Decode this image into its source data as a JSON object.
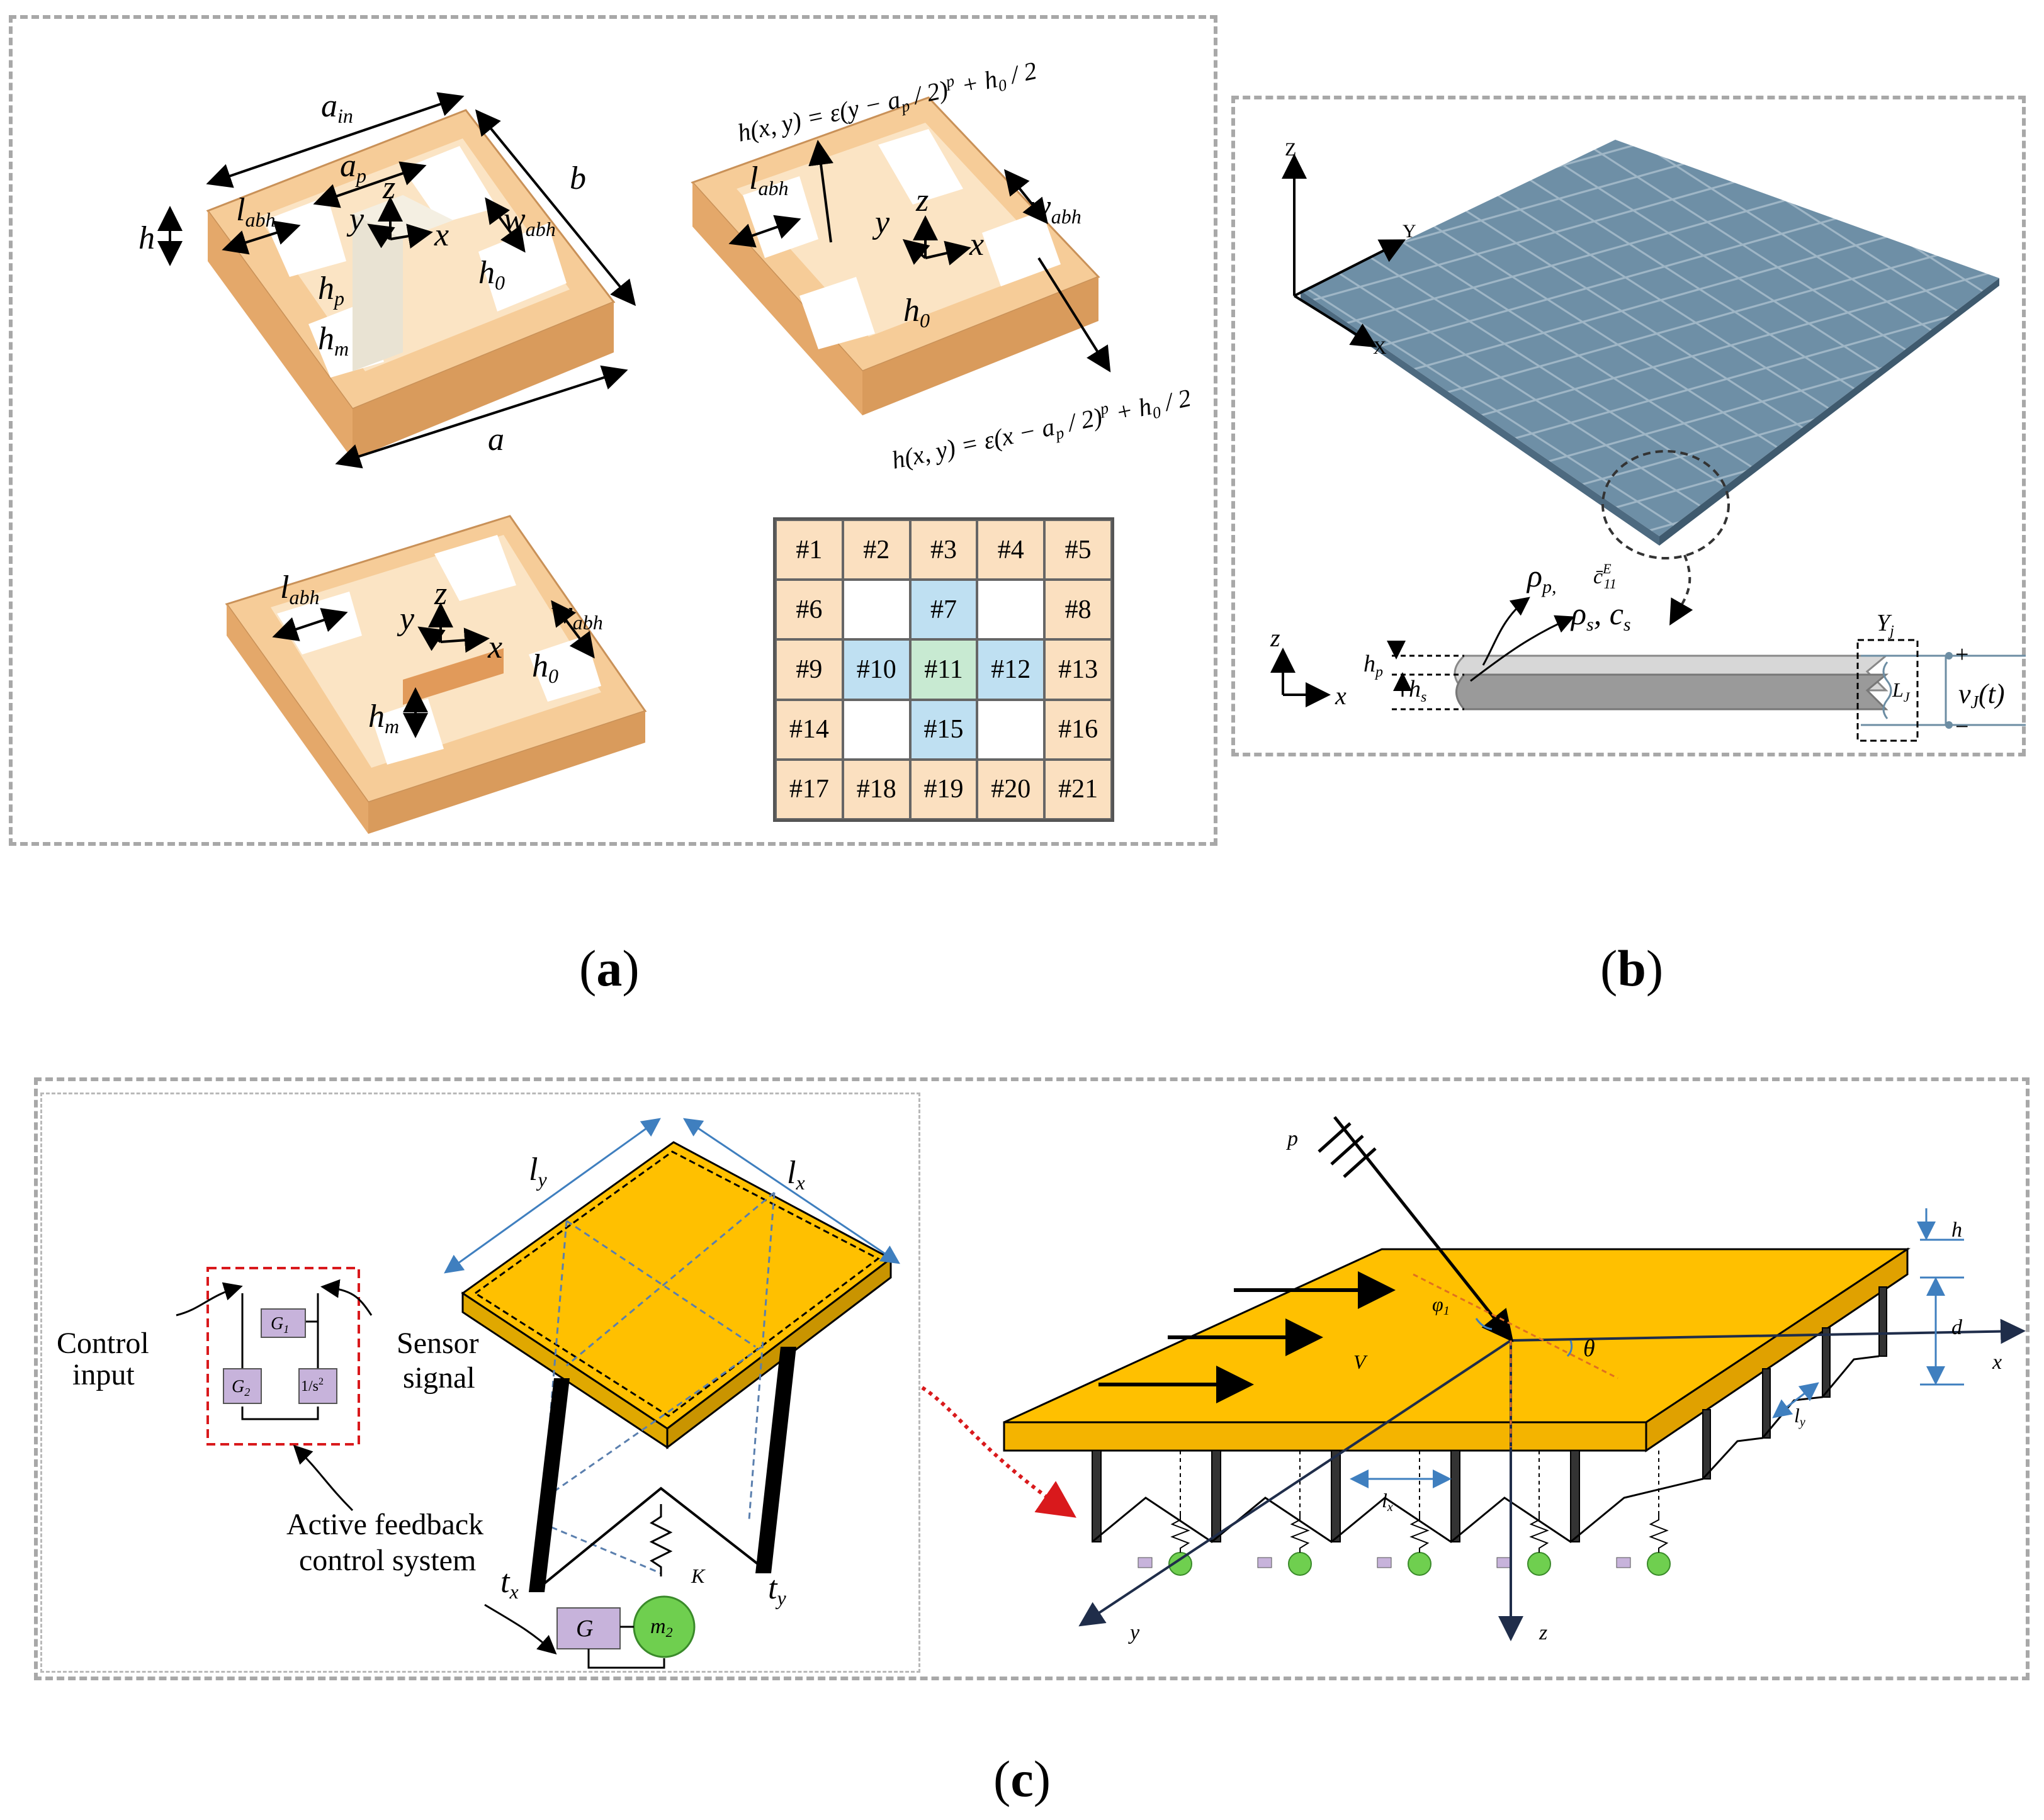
{
  "captions": {
    "a": "a",
    "b": "b",
    "c": "c"
  },
  "panel_a": {
    "labels": {
      "a_in": "a",
      "a_in_sub": "in",
      "a_p": "a",
      "a_p_sub": "p",
      "b": "b",
      "h": "h",
      "a": "a",
      "l_abh": "l",
      "l_abh_sub": "abh",
      "w_abh": "w",
      "w_abh_sub": "abh",
      "h_p": "h",
      "h_p_sub": "p",
      "h_m": "h",
      "h_m_sub": "m",
      "h_0": "h",
      "h_0_sub": "0",
      "x": "x",
      "y": "y",
      "z": "z"
    },
    "eq_top": "h(x, y) = ε(y − a",
    "eq_top_mid": "p",
    "eq_top_end": " / 2)",
    "eq_top_p": "p",
    "eq_top_tail": " + h",
    "eq_top_tail_sub": "0",
    "eq_top_tail2": " / 2",
    "eq_bottom": "h(x, y) = ε(x − a",
    "eq_bottom_mid": "p",
    "eq_bottom_end": " / 2)",
    "eq_bottom_p": "p",
    "eq_bottom_tail": " + h",
    "eq_bottom_tail_sub": "0",
    "eq_bottom_tail2": " / 2",
    "grid_cells": [
      {
        "label": "#1",
        "color": "#fbe0c0"
      },
      {
        "label": "#2",
        "color": "#fbe0c0"
      },
      {
        "label": "#3",
        "color": "#fbe0c0"
      },
      {
        "label": "#4",
        "color": "#fbe0c0"
      },
      {
        "label": "#5",
        "color": "#fbe0c0"
      },
      {
        "label": "#6",
        "color": "#fbe0c0"
      },
      {
        "label": "",
        "color": "#ffffff"
      },
      {
        "label": "#7",
        "color": "#bfe0f2"
      },
      {
        "label": "",
        "color": "#ffffff"
      },
      {
        "label": "#8",
        "color": "#fbe0c0"
      },
      {
        "label": "#9",
        "color": "#fbe0c0"
      },
      {
        "label": "#10",
        "color": "#bfe0f2"
      },
      {
        "label": "#11",
        "color": "#c8ead2"
      },
      {
        "label": "#12",
        "color": "#bfe0f2"
      },
      {
        "label": "#13",
        "color": "#fbe0c0"
      },
      {
        "label": "#14",
        "color": "#fbe0c0"
      },
      {
        "label": "",
        "color": "#ffffff"
      },
      {
        "label": "#15",
        "color": "#bfe0f2"
      },
      {
        "label": "",
        "color": "#ffffff"
      },
      {
        "label": "#16",
        "color": "#fbe0c0"
      },
      {
        "label": "#17",
        "color": "#fbe0c0"
      },
      {
        "label": "#18",
        "color": "#fbe0c0"
      },
      {
        "label": "#19",
        "color": "#fbe0c0"
      },
      {
        "label": "#20",
        "color": "#fbe0c0"
      },
      {
        "label": "#21",
        "color": "#fbe0c0"
      }
    ]
  },
  "panel_b": {
    "axes": {
      "z": "Z",
      "y": "Y",
      "x": "X"
    },
    "rho_p": "ρ",
    "rho_p_sub": "p,",
    "c11": "c̄",
    "c11_sub": "11",
    "c11_sup": "E",
    "rho_s": "ρ",
    "rho_s_sub": "s",
    "c_s": ", c",
    "c_s_sub": "s",
    "h_p": "h",
    "h_p_sub": "p",
    "h_s": "h",
    "h_s_sub": "s",
    "z": "z",
    "x": "x",
    "Y_j": "Y",
    "Y_j_sub": "j",
    "L_j": "L",
    "L_j_sub": "J",
    "v_j": "v",
    "v_j_sub": "J",
    "v_j_tail": "(t)",
    "plus": "+",
    "minus": "−"
  },
  "panel_c": {
    "control_input_1": "Control",
    "control_input_2": "input",
    "sensor_signal_1": "Sensor",
    "sensor_signal_2": "signal",
    "G1": "G",
    "G1_sub": "1",
    "G2": "G",
    "G2_sub": "2",
    "inv_s2": "1/s",
    "inv_s2_sup": "2",
    "feedback_1": "Active feedback",
    "feedback_2": "control system",
    "l_y": "l",
    "l_y_sub": "y",
    "l_x": "l",
    "l_x_sub": "x",
    "t_x": "t",
    "t_x_sub": "x",
    "t_y": "t",
    "t_y_sub": "y",
    "K": "K",
    "G": "G",
    "m2": "m",
    "m2_sub": "2",
    "p": "p",
    "phi1": "φ",
    "phi1_sub": "1",
    "V": "V",
    "theta": "θ",
    "h": "h",
    "d": "d",
    "x": "x",
    "y": "y",
    "z": "z",
    "ly2": "l",
    "ly2_sub": "y",
    "lx2": "l",
    "lx2_sub": "x"
  },
  "colors": {
    "wood": "#f3c48d",
    "wood_dark": "#d9a066",
    "plate_blue": "#6b8fa8",
    "plate_gold": "#ffc000",
    "arrow_blue": "#3f7fbf",
    "mass_green": "#6fcf4f",
    "block_purple": "#c7b3db",
    "red_dash": "#d9191c"
  }
}
